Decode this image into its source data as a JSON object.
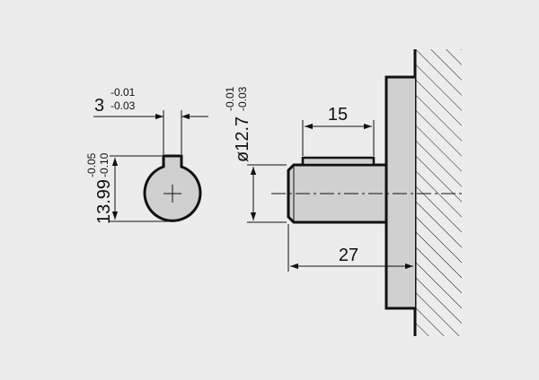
{
  "colors": {
    "background": "#ececec",
    "part_fill": "#d0d0d0",
    "line": "#111111"
  },
  "dimensions": {
    "key_width": {
      "nominal": "3",
      "upper_tol": "-0.01",
      "lower_tol": "-0.03"
    },
    "key_height": {
      "nominal": "13.99",
      "upper_tol": "-0.05",
      "lower_tol": "-0.10"
    },
    "shaft_diameter": {
      "nominal": "ø12.7",
      "upper_tol": "-0.01",
      "lower_tol": "-0.03"
    },
    "key_length": {
      "value": "15"
    },
    "shaft_length": {
      "value": "27"
    }
  }
}
